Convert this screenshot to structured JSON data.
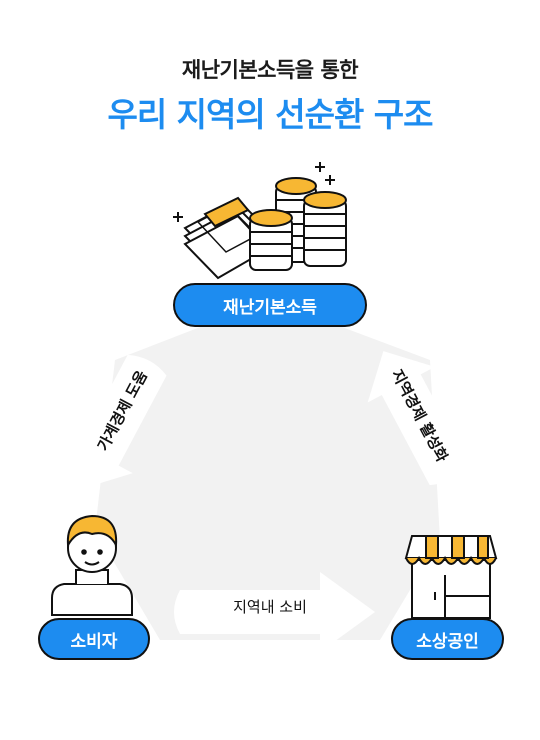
{
  "title": {
    "subtitle": "재난기본소득을 통한",
    "main": "우리 지역의 선순환 구조"
  },
  "nodes": {
    "top": "재난기본소득",
    "left": "소비자",
    "right": "소상공인"
  },
  "arrows": {
    "left": "가계경제 도움",
    "right": "지역경제 활성화",
    "bottom": "지역내 소비"
  },
  "colors": {
    "accent": "#1d8cf0",
    "background_shape": "#f2f2f2",
    "arrow_fill": "#ffffff",
    "coin": "#f7b733",
    "awning": "#f7b733"
  },
  "icons": [
    "money-coins-icon",
    "consumer-person-icon",
    "store-shop-icon"
  ]
}
